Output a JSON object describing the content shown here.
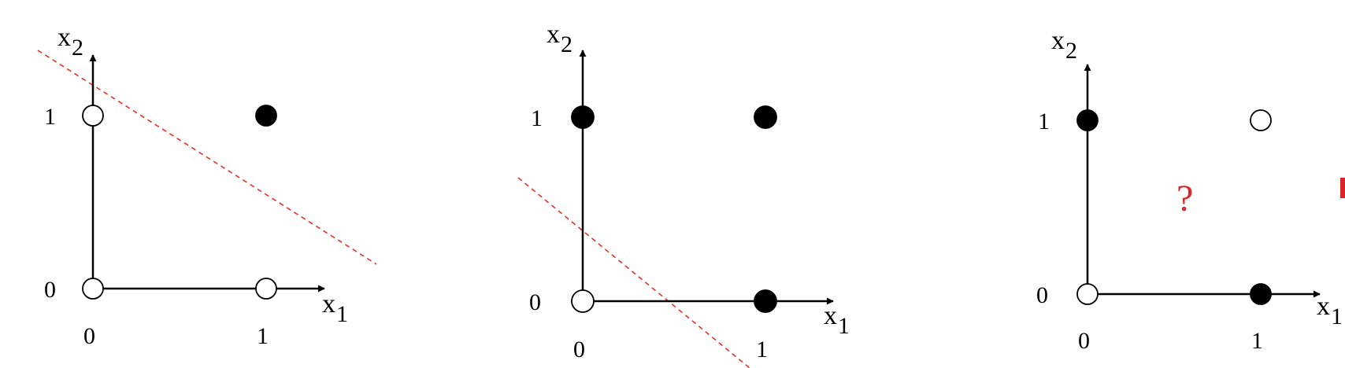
{
  "colors": {
    "axis": "#000000",
    "decision_line": "#e8302a",
    "filled_point": "#000000",
    "hollow_point": "#ffffff",
    "question_mark": "#d9252a"
  },
  "panels": [
    {
      "x_axis_label": "x",
      "x_axis_sub": "1",
      "y_axis_label": "x",
      "y_axis_sub": "2",
      "x_ticks": [
        "0",
        "1"
      ],
      "y_ticks": [
        "0",
        "1"
      ],
      "points": [
        {
          "x": 0,
          "y": 0,
          "filled": false
        },
        {
          "x": 1,
          "y": 0,
          "filled": false
        },
        {
          "x": 0,
          "y": 1,
          "filled": false
        },
        {
          "x": 1,
          "y": 1,
          "filled": true
        }
      ],
      "decision_line": true
    },
    {
      "x_axis_label": "x",
      "x_axis_sub": "1",
      "y_axis_label": "x",
      "y_axis_sub": "2",
      "x_ticks": [
        "0",
        "1"
      ],
      "y_ticks": [
        "0",
        "1"
      ],
      "points": [
        {
          "x": 0,
          "y": 0,
          "filled": false
        },
        {
          "x": 1,
          "y": 0,
          "filled": true
        },
        {
          "x": 0,
          "y": 1,
          "filled": true
        },
        {
          "x": 1,
          "y": 1,
          "filled": true
        }
      ],
      "decision_line": true
    },
    {
      "x_axis_label": "x",
      "x_axis_sub": "1",
      "y_axis_label": "x",
      "y_axis_sub": "2",
      "x_ticks": [
        "0",
        "1"
      ],
      "y_ticks": [
        "0",
        "1"
      ],
      "points": [
        {
          "x": 0,
          "y": 0,
          "filled": false
        },
        {
          "x": 1,
          "y": 0,
          "filled": true
        },
        {
          "x": 0,
          "y": 1,
          "filled": true
        },
        {
          "x": 1,
          "y": 1,
          "filled": false
        }
      ],
      "decision_line": false,
      "question_mark": "?"
    }
  ]
}
